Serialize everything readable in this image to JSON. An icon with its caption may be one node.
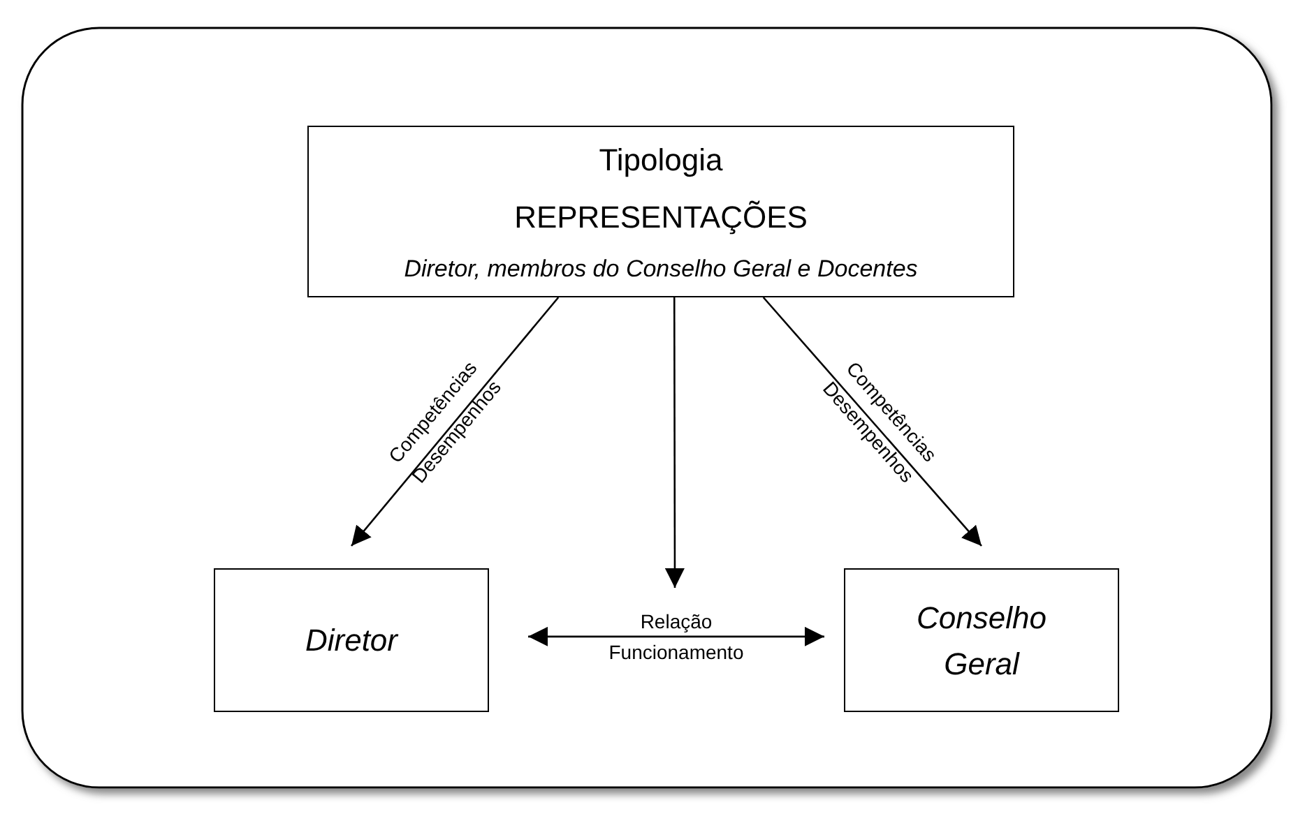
{
  "diagram": {
    "nodes": [
      {
        "text": [
          "Tipologia",
          "REPRESENTAÇÕES",
          "Diretor, membros do Conselho Geral e Docentes"
        ]
      },
      {
        "text": [
          "Diretor"
        ]
      },
      {
        "text": [
          "Conselho Geral"
        ]
      }
    ],
    "edges": [
      {
        "from": 0,
        "to": 1,
        "arrow": "to",
        "label": "Competências Desempenhos"
      },
      {
        "from": 0,
        "to": 2,
        "arrow": "to",
        "label": "Competências Desempenhos"
      },
      {
        "from": 0,
        "to": null,
        "arrow": "to"
      },
      {
        "from": 1,
        "to": 2,
        "arrow": "both",
        "label": "Relação Funcionamento"
      }
    ]
  }
}
